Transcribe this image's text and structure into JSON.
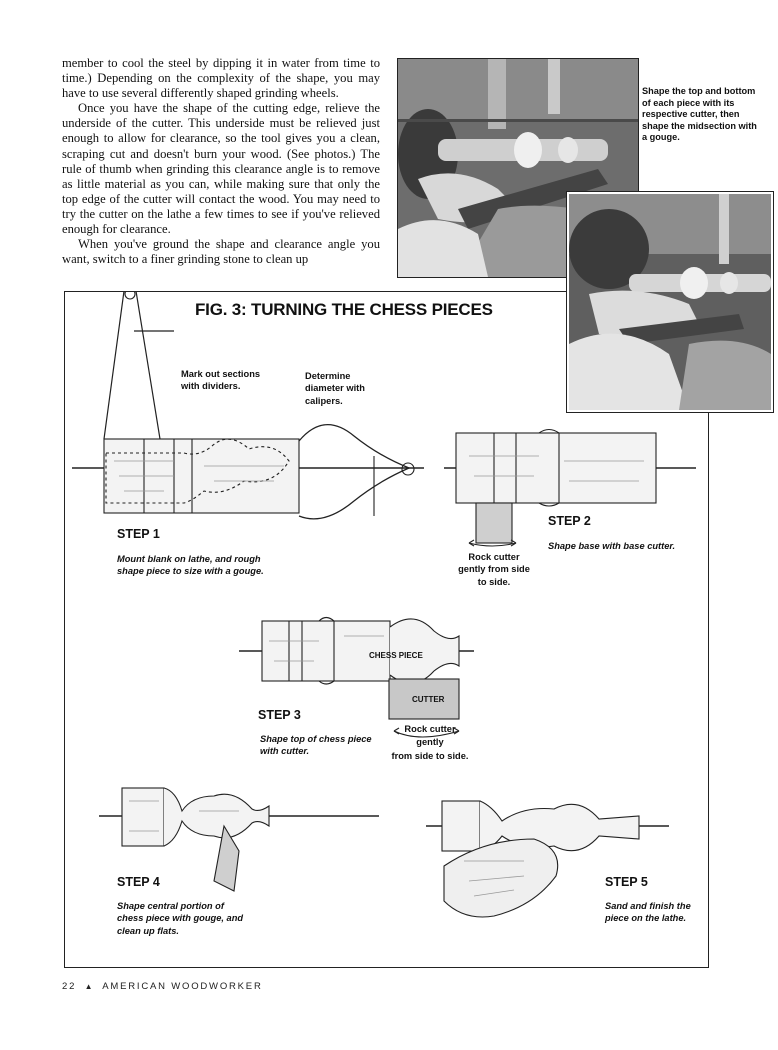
{
  "article": {
    "paragraphs": [
      "member to cool the steel by dipping it in water from time to time.) Depending on the complexity of the shape, you may have to use several differently shaped grinding wheels.",
      "Once you have the shape of the cutting edge, relieve the underside of the cutter. This underside must be relieved just enough to allow for clearance, so the tool gives you a clean, scraping cut and doesn't burn your wood. (See photos.) The rule of thumb when grinding this clearance angle is to remove as little material as you can, while making sure that only the top edge of the cutter will contact the wood. You may need to try the cutter on the lathe a few times to see if you've relieved enough for clearance.",
      "When you've ground the shape and clearance angle you want, switch to a finer grinding stone to clean up"
    ]
  },
  "photo_caption": "Shape the top and bottom of each piece with its respective cutter, then shape the midsection with a gouge.",
  "figure": {
    "title": "FIG. 3: TURNING THE CHESS PIECES",
    "callouts": {
      "mark_out": "Mark out sections with dividers.",
      "determine": "Determine diameter with calipers."
    },
    "steps": [
      {
        "label": "STEP 1",
        "text": "Mount blank on lathe, and rough shape piece to size with a gouge."
      },
      {
        "label": "STEP 2",
        "text": "Shape base with base cutter."
      },
      {
        "label": "STEP 3",
        "text": "Shape top of chess piece with cutter."
      },
      {
        "label": "STEP 4",
        "text": "Shape central portion of chess piece with gouge, and clean up flats."
      },
      {
        "label": "STEP 5",
        "text": "Sand and finish the piece on the lathe."
      }
    ],
    "rock_cutter_1": "Rock cutter gently from side to side.",
    "rock_cutter_2_a": "Rock cutter",
    "rock_cutter_2_b": "gently",
    "rock_cutter_2_c": "from side to side.",
    "chess_piece_tag": "CHESS PIECE",
    "cutter_tag": "CUTTER"
  },
  "footer": {
    "page_number": "22",
    "magazine": "AMERICAN WOODWORKER",
    "triangle": "▲"
  }
}
